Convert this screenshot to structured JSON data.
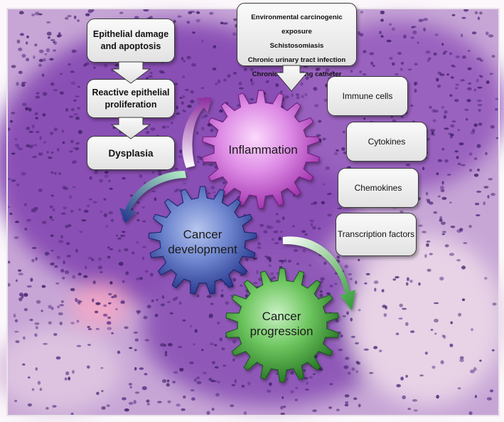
{
  "diagram": {
    "left_chain": [
      {
        "id": "epithelial-damage",
        "label": "Epithelial damage and apoptosis"
      },
      {
        "id": "reactive-proliferation",
        "label": "Reactive epithelial proliferation"
      },
      {
        "id": "dysplasia",
        "label": "Dysplasia"
      }
    ],
    "exposures": [
      "Environmental carcinogenic exposure",
      "Schistosomiasis",
      "Chronic urinary tract infection",
      "Chronic indwelling catheter"
    ],
    "mediators": [
      {
        "id": "immune-cells",
        "label": "Immune cells"
      },
      {
        "id": "cytokines",
        "label": "Cytokines"
      },
      {
        "id": "chemokines",
        "label": "Chemokines"
      },
      {
        "id": "transcription-factors",
        "label": "Transcription factors"
      }
    ],
    "gears": [
      {
        "id": "inflammation",
        "label": "Inflammation",
        "color": "#c64fd4"
      },
      {
        "id": "cancer-development",
        "label": "Cancer development",
        "color": "#3f5fb8"
      },
      {
        "id": "cancer-progression",
        "label": "Cancer progression",
        "color": "#3a9a35"
      }
    ]
  }
}
